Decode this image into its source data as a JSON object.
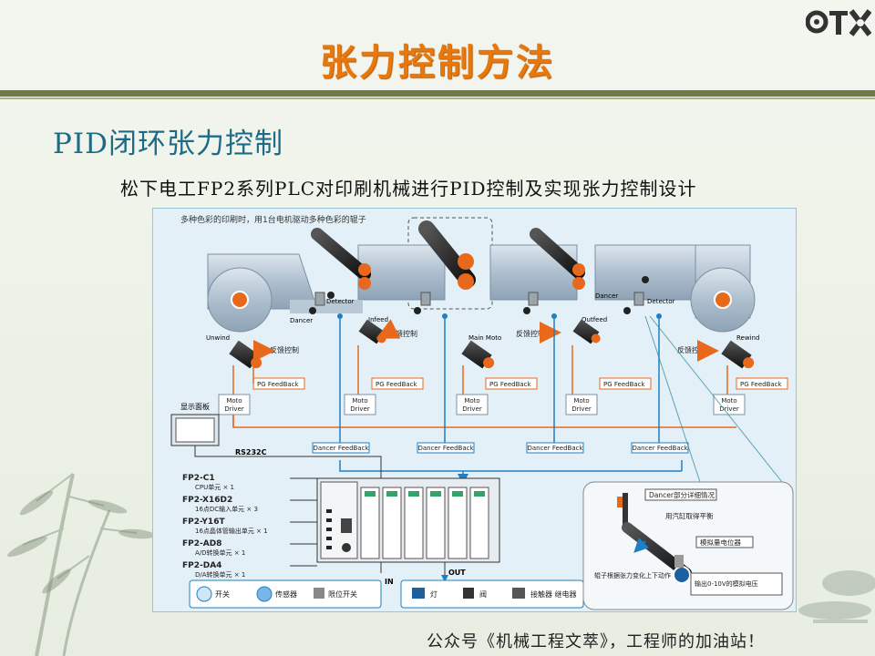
{
  "title": "张力控制方法",
  "subtitle": "PID闭环张力控制",
  "caption": "松下电工FP2系列PLC对印刷机械进行PID控制及实现张力控制设计",
  "footer": "公众号《机械工程文萃》，工程师的加油站！",
  "diagram": {
    "top_note": "多种色彩的印刷时，用1台电机驱动多种色彩的辊子",
    "units": {
      "unwind": "Unwind",
      "infeed": "Infeed",
      "main": "Main Moto",
      "outfeed": "Outfeed",
      "rewind": "Rewind",
      "dancer": "Dancer",
      "detector": "Detector"
    },
    "feedback_control": "反馈控制",
    "pg_feedback": "PG FeedBack",
    "moto_driver_line1": "Moto",
    "moto_driver_line2": "Driver",
    "dancer_feedback": "Dancer FeedBack",
    "display_panel": "显示面板",
    "rs232c": "RS232C",
    "modules": [
      {
        "name": "FP2-C1",
        "desc": "CPU单元 × 1"
      },
      {
        "name": "FP2-X16D2",
        "desc": "16点DC输入单元 × 3"
      },
      {
        "name": "FP2-Y16T",
        "desc": "16点晶体管输出单元 × 1"
      },
      {
        "name": "FP2-AD8",
        "desc": "A/D转换单元 × 1"
      },
      {
        "name": "FP2-DA4",
        "desc": "D/A转换单元 × 1"
      }
    ],
    "in_label": "IN",
    "out_label": "OUT",
    "inputs": [
      "开关",
      "传感器",
      "限位开关"
    ],
    "outputs": [
      "灯",
      "阀",
      "接触器 继电器"
    ],
    "dancer_detail": {
      "title": "Dancer部分详细情况",
      "balance": "用汽缸取得平衡",
      "potentiometer": "模拟量电位器",
      "roller_note": "辊子根据张力变化上下动作",
      "output": "输出0-10V的模拟电压"
    }
  }
}
